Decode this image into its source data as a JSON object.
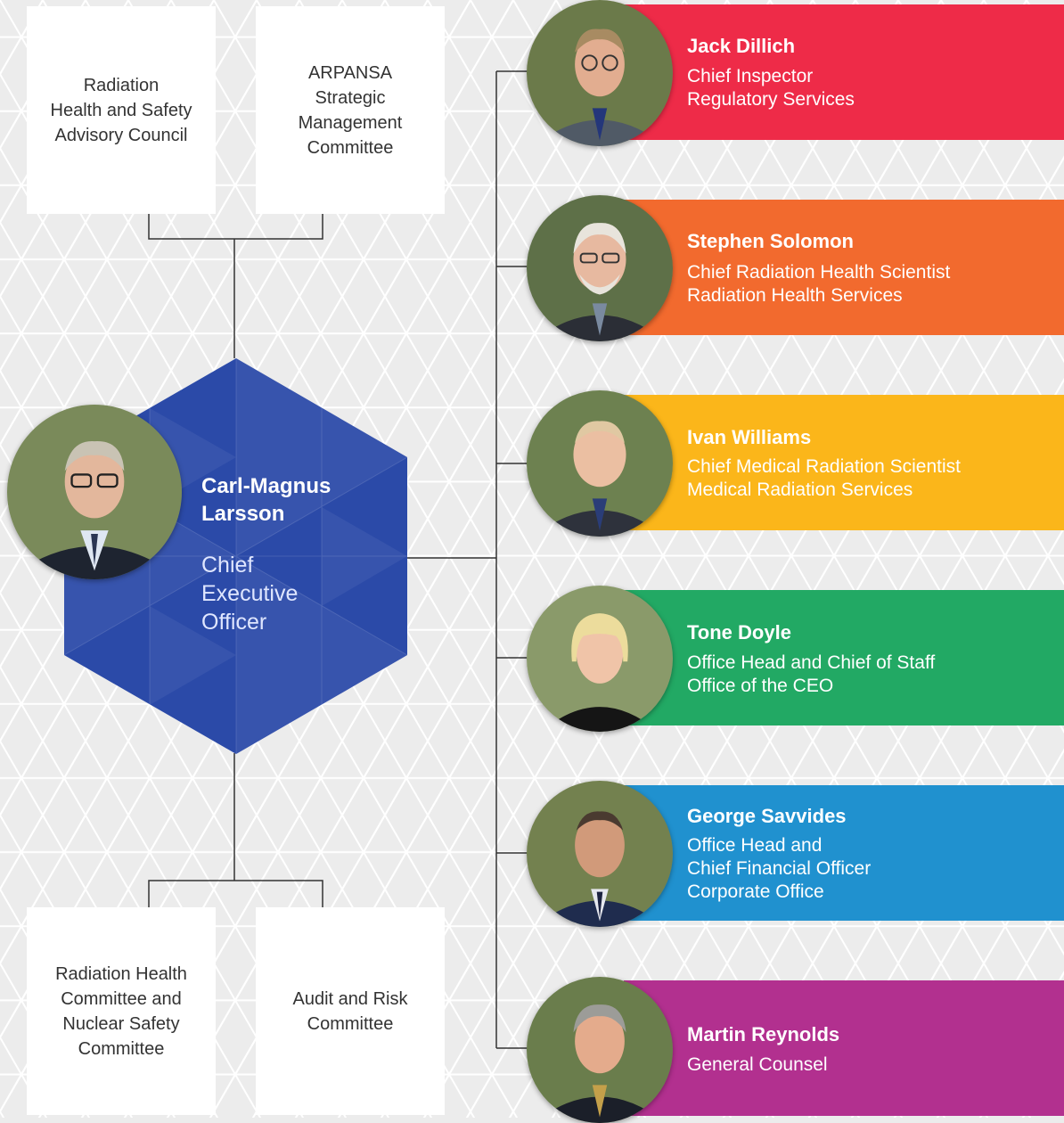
{
  "colors": {
    "background": "#ececec",
    "hexagon": "#2b4aa8",
    "jack": "#ee2b48",
    "stephen": "#f26a2e",
    "ivan": "#fbb61a",
    "tone": "#22a964",
    "george": "#2091cf",
    "martin": "#b2308f"
  },
  "top_boxes": [
    {
      "lines": [
        "Radiation",
        "Health and Safety",
        "Advisory Council"
      ]
    },
    {
      "lines": [
        "ARPANSA",
        "Strategic",
        "Management",
        "Committee"
      ]
    }
  ],
  "bottom_boxes": [
    {
      "lines": [
        "Radiation Health",
        "Committee and",
        "Nuclear Safety",
        "Committee"
      ]
    },
    {
      "lines": [
        "Audit and Risk",
        "Committee"
      ]
    }
  ],
  "ceo": {
    "name_line1": "Carl-Magnus",
    "name_line2": "Larsson",
    "title_line1": "Chief",
    "title_line2": "Executive",
    "title_line3": "Officer"
  },
  "executives": [
    {
      "name": "Jack Dillich",
      "role_lines": [
        "Chief Inspector",
        "Regulatory Services"
      ]
    },
    {
      "name": "Stephen Solomon",
      "role_lines": [
        "Chief Radiation Health Scientist",
        "Radiation Health Services"
      ]
    },
    {
      "name": "Ivan Williams",
      "role_lines": [
        "Chief Medical Radiation Scientist",
        "Medical Radiation Services"
      ]
    },
    {
      "name": "Tone Doyle",
      "role_lines": [
        "Office Head and Chief of Staff",
        "Office of the CEO"
      ]
    },
    {
      "name": "George Savvides",
      "role_lines": [
        "Office Head and",
        "Chief Financial Officer",
        "Corporate Office"
      ]
    },
    {
      "name": "Martin Reynolds",
      "role_lines": [
        "General Counsel"
      ]
    }
  ]
}
